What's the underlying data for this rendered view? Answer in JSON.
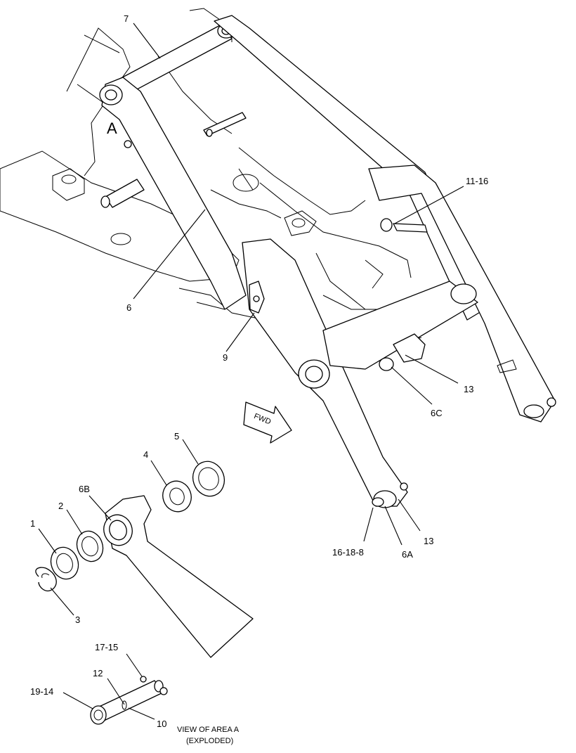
{
  "labels": {
    "l7": "7",
    "l11_16": "11-16",
    "lA": "A",
    "l6": "6",
    "l9": "9",
    "l13a": "13",
    "l6C": "6C",
    "l5": "5",
    "l4": "4",
    "l6B": "6B",
    "l2": "2",
    "l1": "1",
    "l3": "3",
    "l16_18_8": "16-18-8",
    "l6A": "6A",
    "l13b": "13",
    "l17_15": "17-15",
    "l12": "12",
    "l19_14": "19-14",
    "l10": "10",
    "fwd": "FWD",
    "view_line1": "VIEW OF AREA A",
    "view_line2": "(EXPLODED)"
  }
}
